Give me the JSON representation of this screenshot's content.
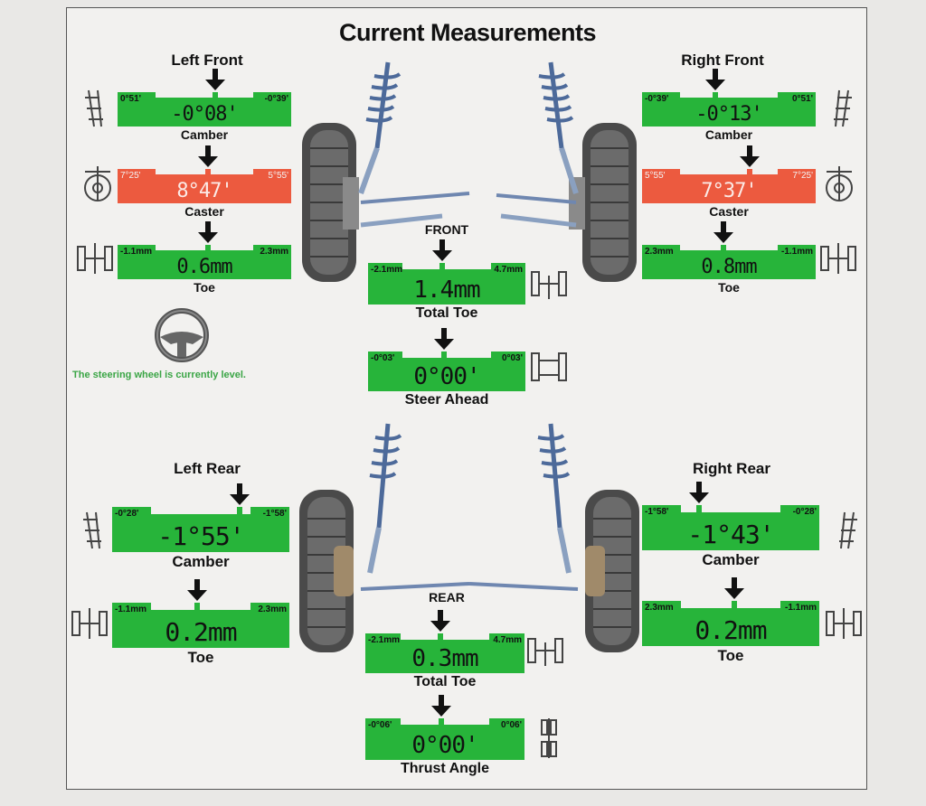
{
  "title": "Current Measurements",
  "colors": {
    "green": "#27b43a",
    "red": "#ec5a3f"
  },
  "sections": {
    "left_front": "Left Front",
    "right_front": "Right Front",
    "front": "FRONT",
    "left_rear": "Left Rear",
    "right_rear": "Right Rear",
    "rear": "REAR"
  },
  "steering_note": "The steering wheel is currently level.",
  "gauges": {
    "lf_camber": {
      "label": "Camber",
      "value": "-0°08'",
      "min": "0°51'",
      "max": "-0°39'",
      "status": "green"
    },
    "rf_camber": {
      "label": "Camber",
      "value": "-0°13'",
      "min": "-0°39'",
      "max": "0°51'",
      "status": "green"
    },
    "lf_caster": {
      "label": "Caster",
      "value": "8°47'",
      "min": "7°25'",
      "max": "5°55'",
      "status": "red"
    },
    "rf_caster": {
      "label": "Caster",
      "value": "7°37'",
      "min": "5°55'",
      "max": "7°25'",
      "status": "red"
    },
    "lf_toe": {
      "label": "Toe",
      "value": "0.6mm",
      "min": "-1.1mm",
      "max": "2.3mm",
      "status": "green"
    },
    "rf_toe": {
      "label": "Toe",
      "value": "0.8mm",
      "min": "2.3mm",
      "max": "-1.1mm",
      "status": "green"
    },
    "front_total_toe": {
      "label": "Total Toe",
      "value": "1.4mm",
      "min": "-2.1mm",
      "max": "4.7mm",
      "status": "green"
    },
    "steer_ahead": {
      "label": "Steer Ahead",
      "value": "0°00'",
      "min": "-0°03'",
      "max": "0°03'",
      "status": "green"
    },
    "lr_camber": {
      "label": "Camber",
      "value": "-1°55'",
      "min": "-0°28'",
      "max": "-1°58'",
      "status": "green"
    },
    "rr_camber": {
      "label": "Camber",
      "value": "-1°43'",
      "min": "-1°58'",
      "max": "-0°28'",
      "status": "green"
    },
    "lr_toe": {
      "label": "Toe",
      "value": "0.2mm",
      "min": "-1.1mm",
      "max": "2.3mm",
      "status": "green"
    },
    "rr_toe": {
      "label": "Toe",
      "value": "0.2mm",
      "min": "2.3mm",
      "max": "-1.1mm",
      "status": "green"
    },
    "rear_total_toe": {
      "label": "Total Toe",
      "value": "0.3mm",
      "min": "-2.1mm",
      "max": "4.7mm",
      "status": "green"
    },
    "thrust_angle": {
      "label": "Thrust Angle",
      "value": "0°00'",
      "min": "-0°06'",
      "max": "0°06'",
      "status": "green"
    }
  }
}
